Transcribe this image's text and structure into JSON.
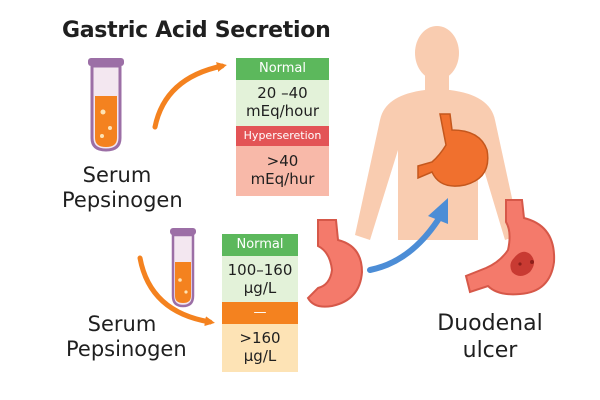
{
  "title": "Gastric Acid Secretion",
  "top_panel": {
    "label_line1": "Serum",
    "label_line2": "Pepsinogen",
    "normal_header": "Normal",
    "normal_value_line1": "20 –40",
    "normal_value_line2": "mEq/hour",
    "hyper_header": "Hypersereti­on",
    "hyper_value_line1": ">40",
    "hyper_value_line2": "mEq/hur"
  },
  "bottom_panel": {
    "label_line1": "Serum",
    "label_line2": "Pepsinogen",
    "normal_header": "Normal",
    "normal_value_line1": "100–160",
    "normal_value_line2": "μg/L",
    "mid_header": "—",
    "high_value_line1": ">160",
    "high_value_line2": "μg/L"
  },
  "outcome": {
    "line1": "Duodenal",
    "line2": "ulcer"
  },
  "colors": {
    "green": "#5cb85c",
    "green_light": "#e3f2d9",
    "red": "#e35456",
    "salmon": "#f8b9a9",
    "orange": "#f4821f",
    "orange_light": "#fde3b5",
    "skin": "#f9ccb0",
    "stomach": "#f0702e",
    "blue_arrow": "#4c8dd6"
  }
}
